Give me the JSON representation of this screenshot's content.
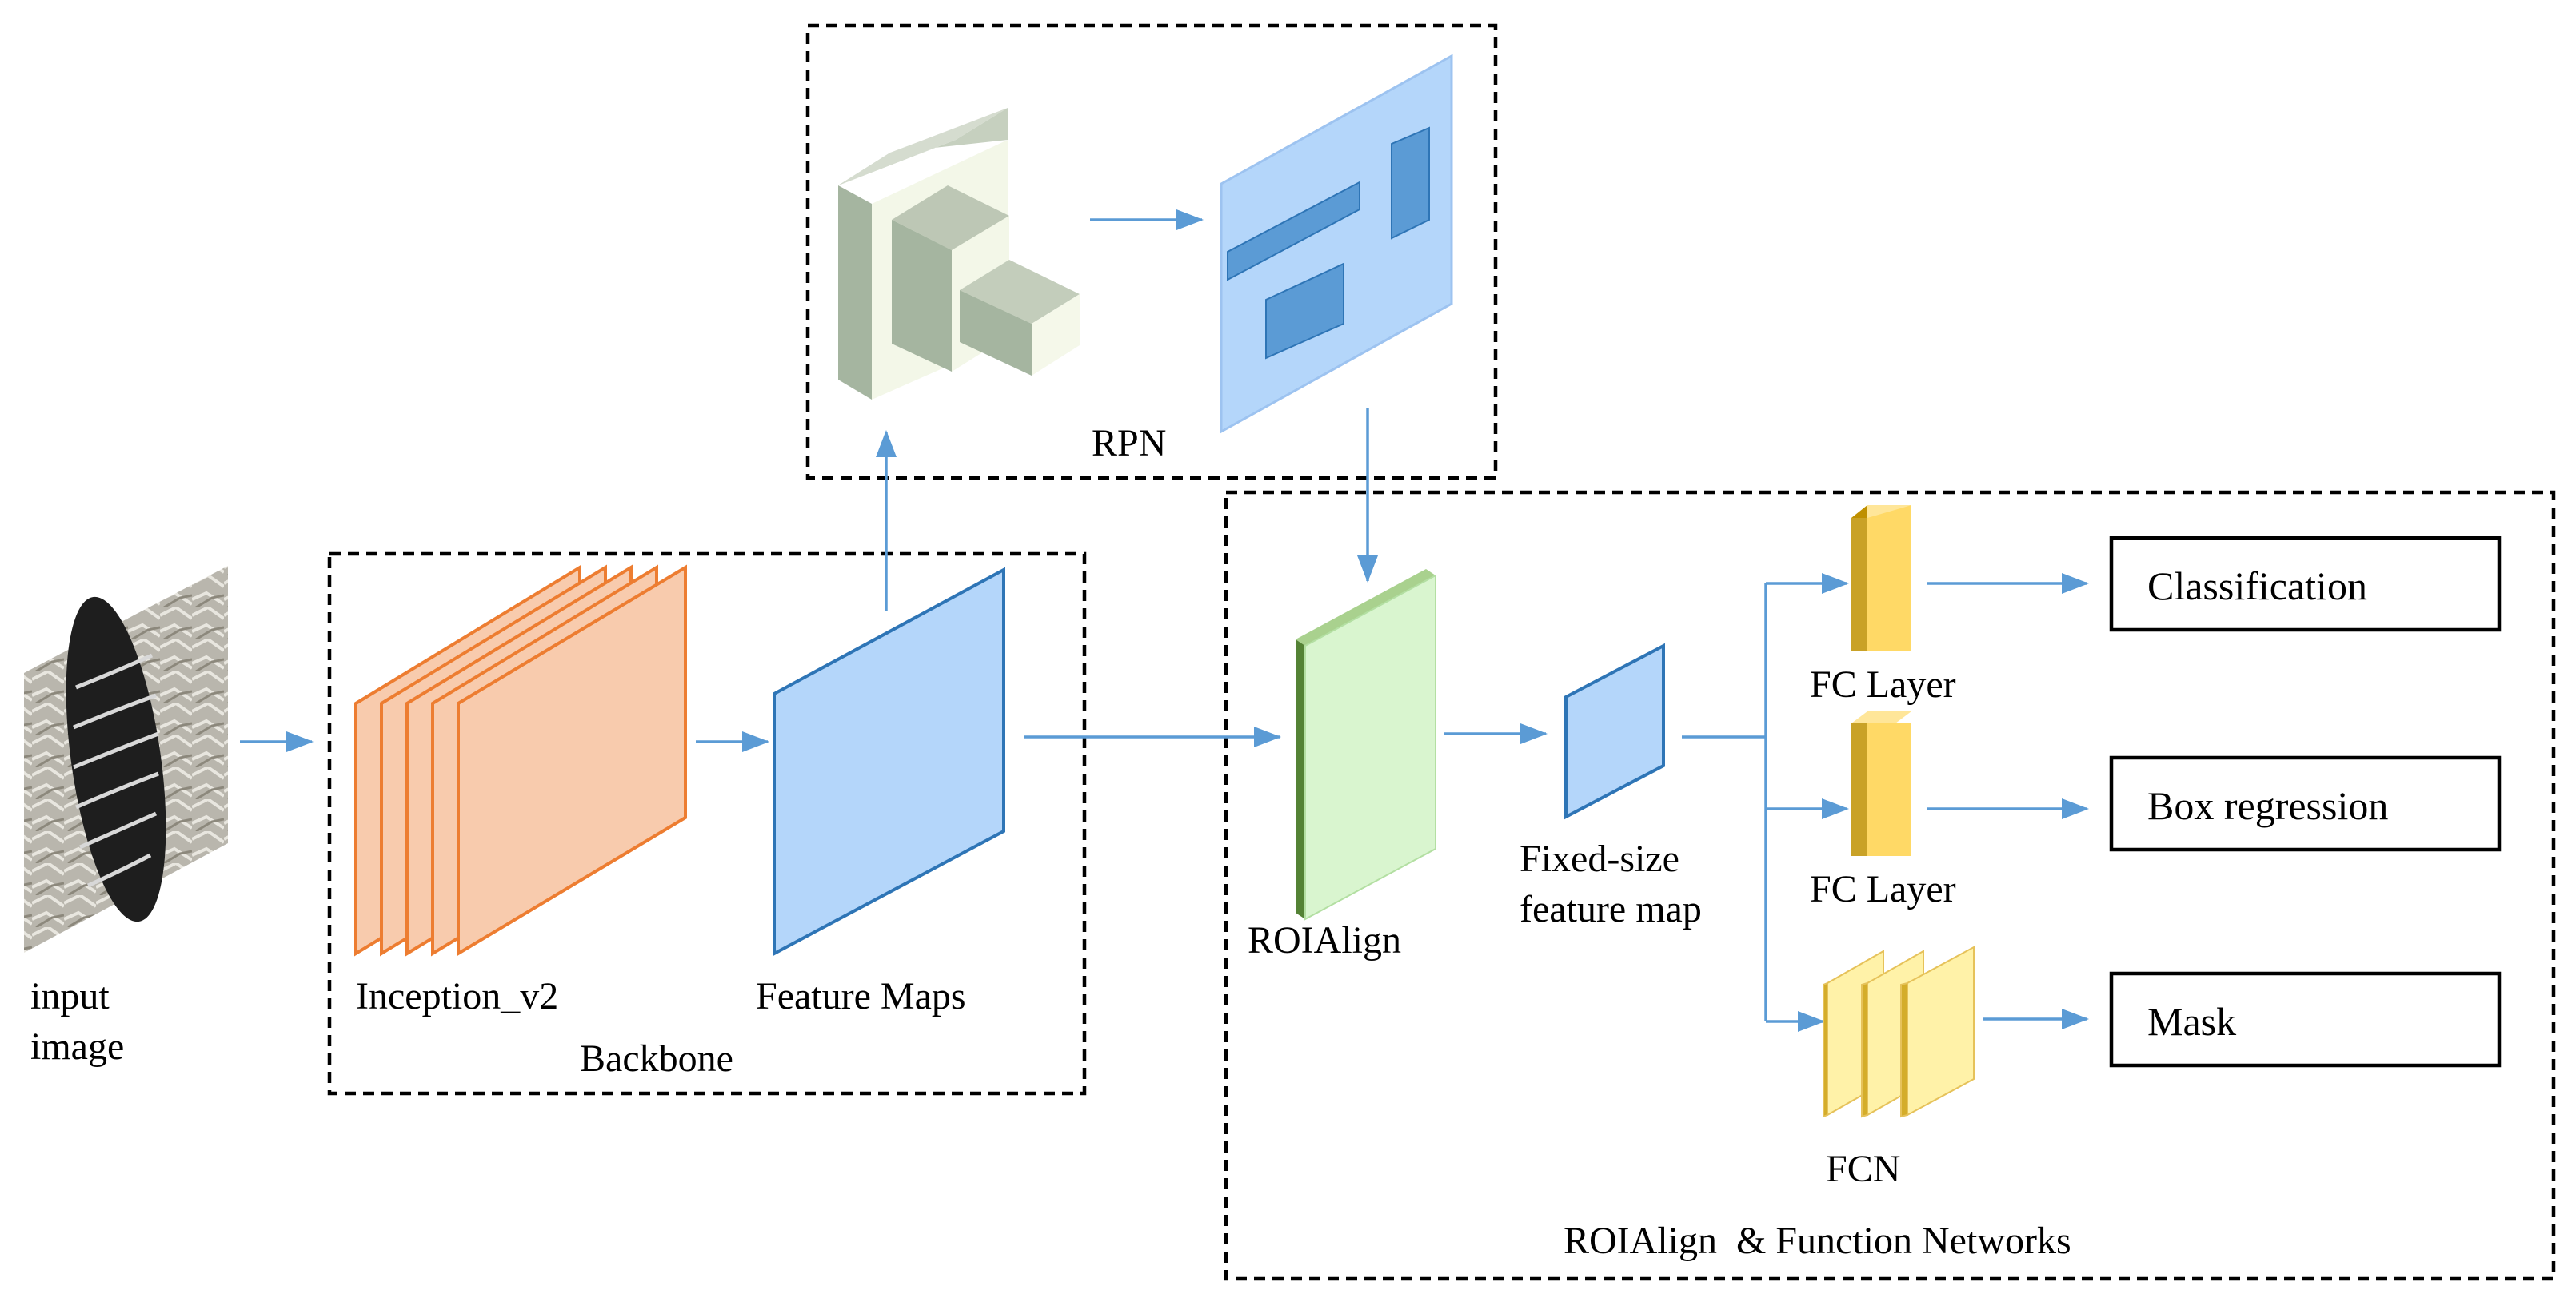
{
  "groups": {
    "rpn": "RPN",
    "backbone": "Backbone",
    "head": "ROIAlign  & Function Networks"
  },
  "labels": {
    "input_line1": "input",
    "input_line2": "image",
    "inception": "Inception_v2",
    "feature_maps": "Feature Maps",
    "roialign": "ROIAlign",
    "fixed_line1": "Fixed-size",
    "fixed_line2": "feature map",
    "fc_layer_1": "FC Layer",
    "fc_layer_2": "FC Layer",
    "fcn": "FCN"
  },
  "outputs": {
    "classification": "Classification",
    "box_regression": "Box regression",
    "mask": "Mask"
  },
  "colors": {
    "arrow": "#5b9bd5",
    "inception_fill": "#f8cbad",
    "inception_stroke": "#ed7d31",
    "feature_fill": "#b4d6fa",
    "feature_stroke": "#2e75b6",
    "roialign_fill": "#d9f5cf",
    "roialign_edge": "#70ad47",
    "fc_fill": "#ffe699",
    "fc_side": "#bf9000",
    "rpn_block": "#a5b5a0"
  }
}
